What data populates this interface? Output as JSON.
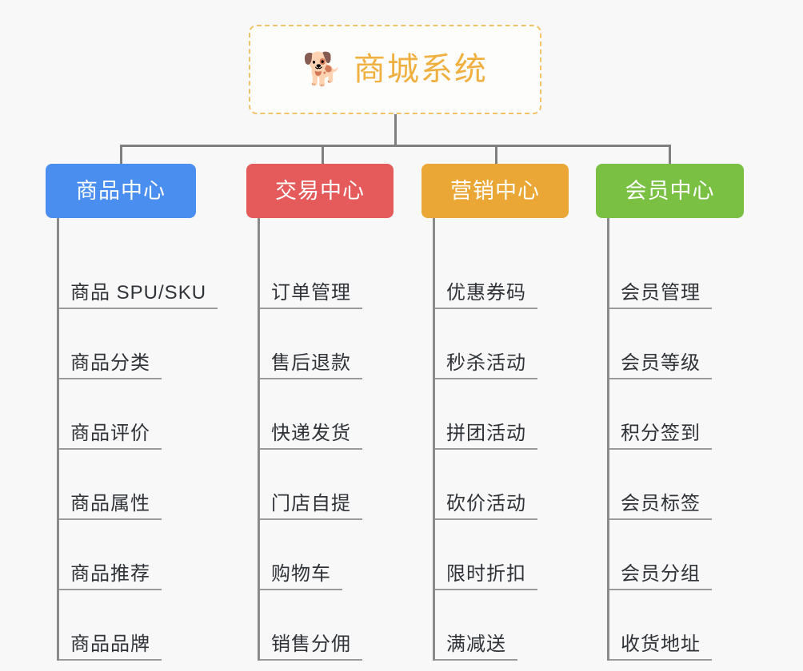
{
  "root": {
    "icon": "shiba-dog-emoji",
    "icon_glyph": "🐕",
    "title": "商城系统",
    "title_color": "#f0b040",
    "border_color": "#f0c369"
  },
  "canvas": {
    "background": "#f8f8f8",
    "connector_color": "#7f7f7f"
  },
  "columns": [
    {
      "id": "product-center",
      "title": "商品中心",
      "color": "#4a8ef0",
      "items": [
        "商品 SPU/SKU",
        "商品分类",
        "商品评价",
        "商品属性",
        "商品推荐",
        "商品品牌"
      ]
    },
    {
      "id": "trade-center",
      "title": "交易中心",
      "color": "#e55a5a",
      "items": [
        "订单管理",
        "售后退款",
        "快递发货",
        "门店自提",
        "购物车",
        "销售分佣"
      ]
    },
    {
      "id": "marketing-center",
      "title": "营销中心",
      "color": "#eaa735",
      "items": [
        "优惠券码",
        "秒杀活动",
        "拼团活动",
        "砍价活动",
        "限时折扣",
        "满减送"
      ]
    },
    {
      "id": "member-center",
      "title": "会员中心",
      "color": "#7ac043",
      "items": [
        "会员管理",
        "会员等级",
        "积分签到",
        "会员标签",
        "会员分组",
        "收货地址"
      ]
    }
  ]
}
